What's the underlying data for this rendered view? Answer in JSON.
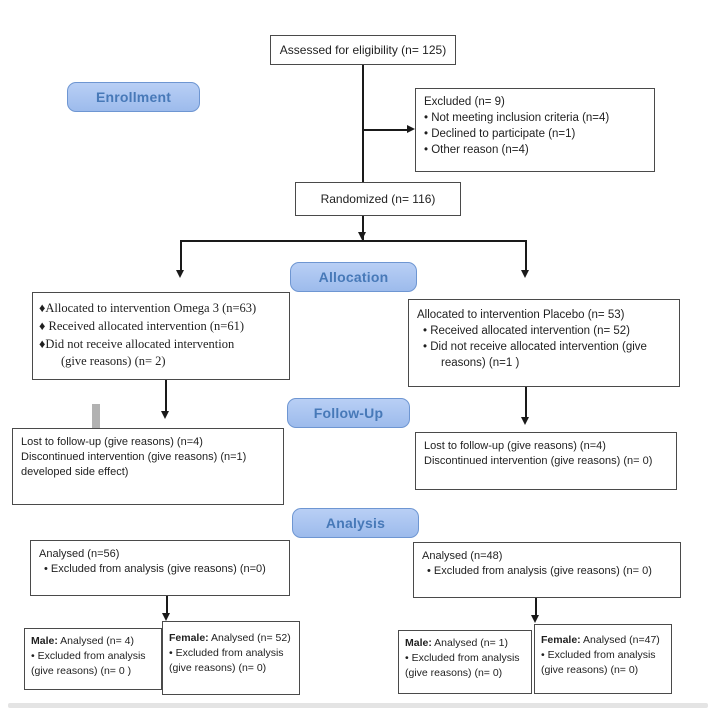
{
  "stages": {
    "enrollment": "Enrollment",
    "allocation": "Allocation",
    "followup": "Follow-Up",
    "analysis": "Analysis"
  },
  "boxes": {
    "assessed": {
      "text": "Assessed for eligibility (n= 125)"
    },
    "excluded": {
      "title": "Excluded (n= 9)",
      "items": [
        "• Not meeting inclusion criteria (n=4)",
        "• Declined to participate (n=1)",
        "• Other reason (n=4)"
      ]
    },
    "randomized": {
      "text": "Randomized (n= 116)"
    },
    "alloc_omega": {
      "lines": [
        "♦Allocated to intervention Omega 3 (n=63)",
        "♦ Received allocated intervention (n=61)",
        "♦Did not receive allocated intervention",
        "(give reasons) (n= 2)"
      ]
    },
    "alloc_placebo": {
      "title": "Allocated to intervention Placebo (n= 53)",
      "items": [
        "• Received allocated intervention (n= 52)",
        "• Did not receive allocated intervention (give reasons) (n=1 )"
      ]
    },
    "followup_left": {
      "lines": [
        "Lost to follow-up (give reasons) (n=4)",
        "Discontinued intervention (give reasons) (n=1)",
        "developed side effect)"
      ]
    },
    "followup_right": {
      "lines": [
        "Lost to follow-up (give reasons) (n=4)",
        "Discontinued intervention (give reasons) (n= 0)"
      ]
    },
    "analysis_left": {
      "title": "Analysed (n=56)",
      "item": "• Excluded from analysis (give reasons) (n=0)"
    },
    "analysis_right": {
      "title": "Analysed (n=48)",
      "item": "• Excluded from analysis (give reasons) (n= 0)"
    },
    "male_left": {
      "label": "Male:",
      "rest": " Analysed (n= 4)",
      "item": "• Excluded from analysis",
      "line3": "(give reasons) (n= 0 )"
    },
    "female_left": {
      "label": "Female:",
      "rest": " Analysed (n= 52)",
      "item": "• Excluded from analysis",
      "line3": "(give reasons) (n= 0)"
    },
    "male_right": {
      "label": "Male:",
      "rest": " Analysed (n= 1)",
      "item": "• Excluded from analysis",
      "line3": "(give reasons) (n= 0)"
    },
    "female_right": {
      "label": "Female:",
      "rest": " Analysed (n=47)",
      "item": "• Excluded from analysis",
      "line3": "(give reasons) (n= 0)"
    }
  },
  "colors": {
    "stage_fill": "#a9c4ef",
    "stage_border": "#6e96d2",
    "stage_text": "#4779b8",
    "box_border": "#4a4a4a",
    "line": "#1a1a1a"
  }
}
